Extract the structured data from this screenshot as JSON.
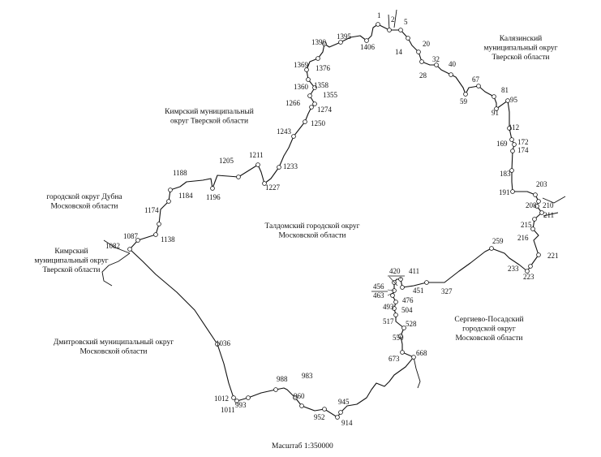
{
  "regions": [
    {
      "id": "kalyazin",
      "lines": [
        "Калязинский",
        "муниципальный округ",
        "Тверской области"
      ]
    },
    {
      "id": "kimry-north",
      "lines": [
        "Кимрский муниципальный",
        "округ Тверской области"
      ]
    },
    {
      "id": "dubna",
      "lines": [
        "городской округ Дубна",
        "Московской области"
      ]
    },
    {
      "id": "kimry-west",
      "lines": [
        "Кимрский",
        "муниципальный округ",
        "Тверской области"
      ]
    },
    {
      "id": "taldom",
      "lines": [
        "Талдомский городской округ",
        "Московской области"
      ]
    },
    {
      "id": "dmitrov",
      "lines": [
        "Дмитровский муниципальный округ",
        "Московской области"
      ]
    },
    {
      "id": "sergiev-posad",
      "lines": [
        "Сергиево-Посадский",
        "городской округ",
        "Московской области"
      ]
    }
  ],
  "boundary_points": [
    "1",
    "2",
    "5",
    "14",
    "20",
    "28",
    "32",
    "40",
    "59",
    "67",
    "81",
    "91",
    "95",
    "112",
    "169",
    "172",
    "174",
    "183",
    "191",
    "203",
    "208",
    "210",
    "211",
    "215",
    "216",
    "221",
    "223",
    "233",
    "259",
    "327",
    "411",
    "420",
    "451",
    "456",
    "463",
    "476",
    "493",
    "504",
    "517",
    "528",
    "550",
    "668",
    "673",
    "914",
    "945",
    "952",
    "960",
    "983",
    "988",
    "993",
    "1011",
    "1012",
    "1036",
    "1082",
    "1087",
    "1138",
    "1174",
    "1184",
    "1188",
    "1196",
    "1205",
    "1211",
    "1227",
    "1233",
    "1243",
    "1250",
    "1266",
    "1274",
    "1355",
    "1358",
    "1360",
    "1369",
    "1376",
    "1390",
    "1395",
    "1406"
  ],
  "scale": "Масштаб 1:350000"
}
